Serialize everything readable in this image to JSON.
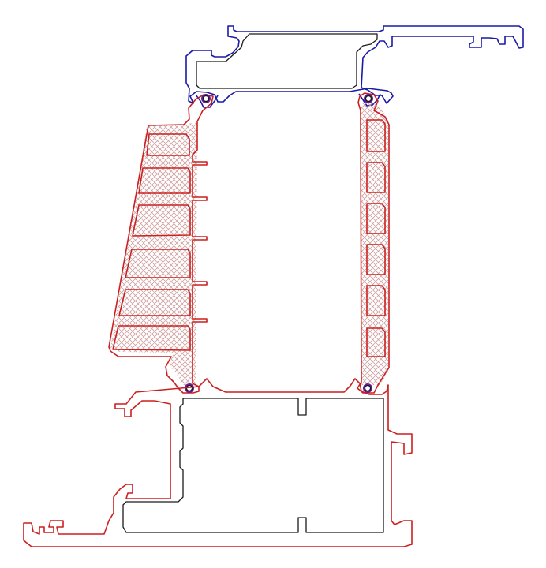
{
  "colors": {
    "background": "#ffffff",
    "top_profile": "#1a1aa8",
    "main_profile": "#cc1f1f",
    "insert": "#1a1a1a",
    "hatch": "#cfa0a0",
    "gasket_accent": "#6a1f9a"
  },
  "parts": [
    {
      "name": "top-cap-profile",
      "color_key": "top_profile"
    },
    {
      "name": "left-vertical-profile",
      "color_key": "main_profile"
    },
    {
      "name": "right-vertical-profile",
      "color_key": "main_profile"
    },
    {
      "name": "bottom-frame-profile",
      "color_key": "main_profile"
    },
    {
      "name": "reinforcement-insert",
      "color_key": "insert"
    },
    {
      "name": "seal-gaskets",
      "color_key": "gasket_accent"
    }
  ]
}
